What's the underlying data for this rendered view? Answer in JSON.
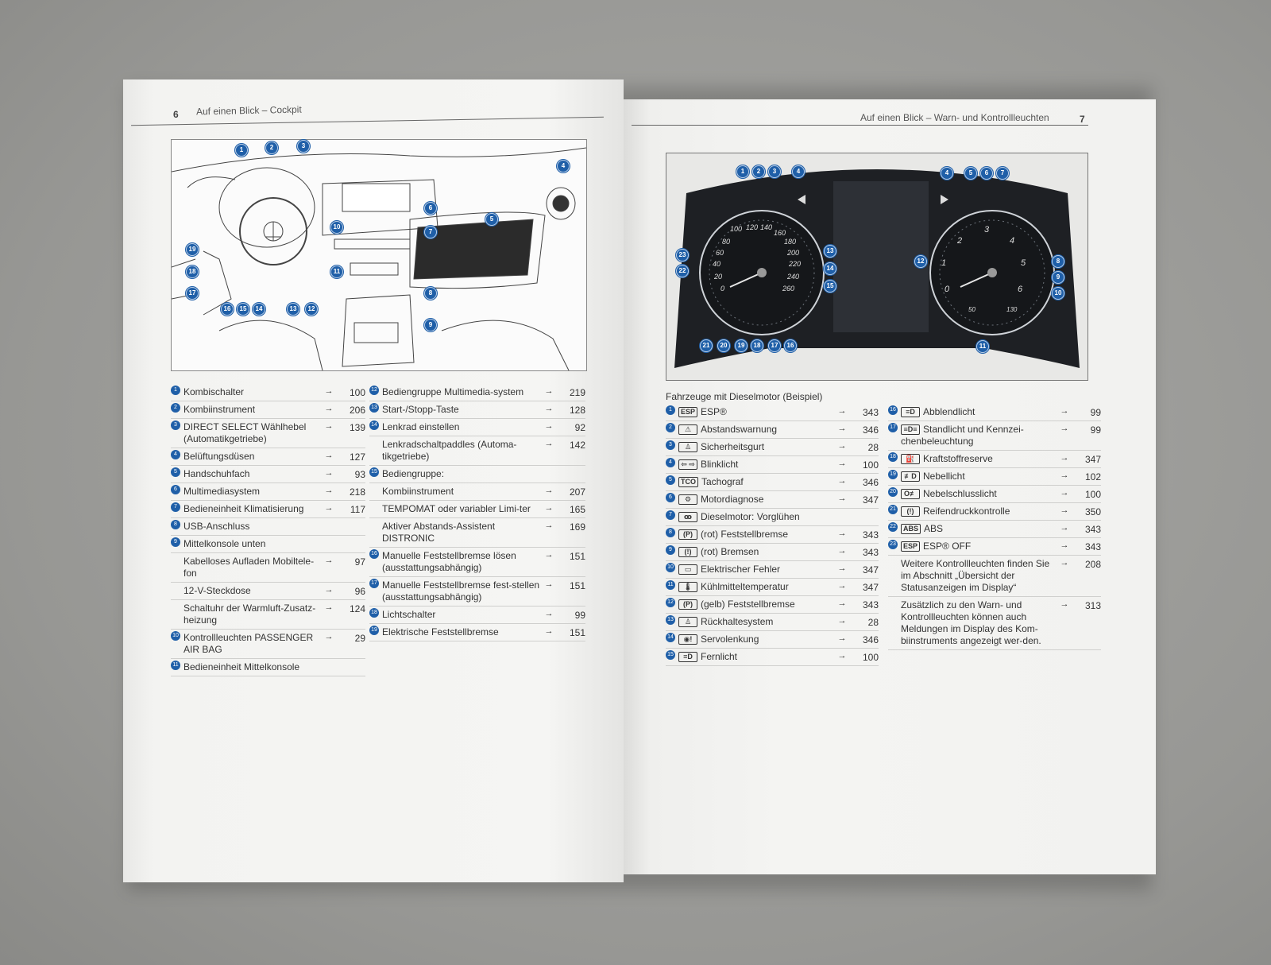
{
  "left_page": {
    "page_number": "6",
    "section_title": "Auf einen Blick – Cockpit",
    "col1": [
      {
        "n": "1",
        "label": "Kombischalter",
        "arrow": "→",
        "page": "100"
      },
      {
        "n": "2",
        "label": "Kombiinstrument",
        "arrow": "→",
        "page": "206"
      },
      {
        "n": "3",
        "label": "DIRECT SELECT Wählhebel (Automatikgetriebe)",
        "arrow": "→",
        "page": "139"
      },
      {
        "n": "4",
        "label": "Belüftungsdüsen",
        "arrow": "→",
        "page": "127"
      },
      {
        "n": "5",
        "label": "Handschuhfach",
        "arrow": "→",
        "page": "93"
      },
      {
        "n": "6",
        "label": "Multimediasystem",
        "arrow": "→",
        "page": "218"
      },
      {
        "n": "7",
        "label": "Bedieneinheit Klimatisierung",
        "arrow": "→",
        "page": "117"
      },
      {
        "n": "8",
        "label": "USB-Anschluss",
        "arrow": "",
        "page": ""
      },
      {
        "n": "9",
        "label": "Mittelkonsole unten",
        "arrow": "",
        "page": ""
      },
      {
        "n": "",
        "label": "Kabelloses Aufladen Mobiltele-fon",
        "arrow": "→",
        "page": "97"
      },
      {
        "n": "",
        "label": "12-V-Steckdose",
        "arrow": "→",
        "page": "96"
      },
      {
        "n": "",
        "label": "Schaltuhr der Warmluft-Zusatz-heizung",
        "arrow": "→",
        "page": "124"
      },
      {
        "n": "10",
        "label": "Kontrollleuchten PASSENGER AIR BAG",
        "arrow": "→",
        "page": "29"
      },
      {
        "n": "11",
        "label": "Bedieneinheit Mittelkonsole",
        "arrow": "",
        "page": ""
      }
    ],
    "col2": [
      {
        "n": "12",
        "label": "Bediengruppe Multimedia-system",
        "arrow": "→",
        "page": "219"
      },
      {
        "n": "13",
        "label": "Start-/Stopp-Taste",
        "arrow": "→",
        "page": "128"
      },
      {
        "n": "14",
        "label": "Lenkrad einstellen",
        "arrow": "→",
        "page": "92"
      },
      {
        "n": "",
        "label": "Lenkradschaltpaddles (Automa-tikgetriebe)",
        "arrow": "→",
        "page": "142"
      },
      {
        "n": "15",
        "label": "Bediengruppe:",
        "arrow": "",
        "page": ""
      },
      {
        "n": "",
        "label": "Kombiinstrument",
        "arrow": "→",
        "page": "207"
      },
      {
        "n": "",
        "label": "TEMPOMAT oder variabler Limi-ter",
        "arrow": "→",
        "page": "165"
      },
      {
        "n": "",
        "label": "Aktiver Abstands-Assistent DISTRONIC",
        "arrow": "→",
        "page": "169"
      },
      {
        "n": "16",
        "label": "Manuelle Feststellbremse lösen (ausstattungsabhängig)",
        "arrow": "→",
        "page": "151"
      },
      {
        "n": "17",
        "label": "Manuelle Feststellbremse fest-stellen (ausstattungsabhängig)",
        "arrow": "→",
        "page": "151"
      },
      {
        "n": "18",
        "label": "Lichtschalter",
        "arrow": "→",
        "page": "99"
      },
      {
        "n": "19",
        "label": "Elektrische Feststellbremse",
        "arrow": "→",
        "page": "151"
      }
    ],
    "callouts": [
      "1",
      "2",
      "3",
      "4",
      "5",
      "6",
      "7",
      "8",
      "9",
      "10",
      "11",
      "12",
      "13",
      "14",
      "15",
      "16",
      "17",
      "18",
      "19"
    ]
  },
  "right_page": {
    "page_number": "7",
    "section_title": "Auf einen Blick – Warn- und Kontrollleuchten",
    "caption": "Fahrzeuge mit Dieselmotor (Beispiel)",
    "col1": [
      {
        "n": "1",
        "sym": "ESP",
        "label": "ESP®",
        "arrow": "→",
        "page": "343"
      },
      {
        "n": "2",
        "sym": "⚠",
        "label": "Abstandswarnung",
        "arrow": "→",
        "page": "346"
      },
      {
        "n": "3",
        "sym": "♙",
        "label": "Sicherheitsgurt",
        "arrow": "→",
        "page": "28"
      },
      {
        "n": "4",
        "sym": "⇦ ⇨",
        "label": "Blinklicht",
        "arrow": "→",
        "page": "100"
      },
      {
        "n": "5",
        "sym": "TCO",
        "label": "Tachograf",
        "arrow": "→",
        "page": "346"
      },
      {
        "n": "6",
        "sym": "⚙",
        "label": "Motordiagnose",
        "arrow": "→",
        "page": "347"
      },
      {
        "n": "7",
        "sym": "ꝏ",
        "label": "Dieselmotor: Vorglühen",
        "arrow": "",
        "page": ""
      },
      {
        "n": "8",
        "sym": "(P)",
        "label": "(rot) Feststellbremse",
        "arrow": "→",
        "page": "343"
      },
      {
        "n": "9",
        "sym": "(!)",
        "label": "(rot) Bremsen",
        "arrow": "→",
        "page": "343"
      },
      {
        "n": "10",
        "sym": "▭",
        "label": "Elektrischer Fehler",
        "arrow": "→",
        "page": "347"
      },
      {
        "n": "11",
        "sym": "🌡",
        "label": "Kühlmitteltemperatur",
        "arrow": "→",
        "page": "347"
      },
      {
        "n": "12",
        "sym": "(P)",
        "label": "(gelb) Feststellbremse",
        "arrow": "→",
        "page": "343"
      },
      {
        "n": "13",
        "sym": "♙",
        "label": "Rückhaltesystem",
        "arrow": "→",
        "page": "28"
      },
      {
        "n": "14",
        "sym": "◉!",
        "label": "Servolenkung",
        "arrow": "→",
        "page": "346"
      },
      {
        "n": "15",
        "sym": "≡D",
        "label": "Fernlicht",
        "arrow": "→",
        "page": "100"
      }
    ],
    "col2": [
      {
        "n": "16",
        "sym": "≡D",
        "label": "Abblendlicht",
        "arrow": "→",
        "page": "99"
      },
      {
        "n": "17",
        "sym": "≡D≡",
        "label": "Standlicht und Kennzei-chenbeleuchtung",
        "arrow": "→",
        "page": "99"
      },
      {
        "n": "18",
        "sym": "⛽",
        "label": "Kraftstoffreserve",
        "arrow": "→",
        "page": "347"
      },
      {
        "n": "19",
        "sym": "≢D",
        "label": "Nebellicht",
        "arrow": "→",
        "page": "102"
      },
      {
        "n": "20",
        "sym": "O≢",
        "label": "Nebelschlusslicht",
        "arrow": "→",
        "page": "100"
      },
      {
        "n": "21",
        "sym": "(!)",
        "label": "Reifendruckkontrolle",
        "arrow": "→",
        "page": "350"
      },
      {
        "n": "22",
        "sym": "ABS",
        "label": "ABS",
        "arrow": "→",
        "page": "343"
      },
      {
        "n": "23",
        "sym": "ESP",
        "label": "ESP® OFF",
        "arrow": "→",
        "page": "343"
      }
    ],
    "note1": {
      "text": "Weitere Kontrollleuchten finden Sie im Abschnitt „Übersicht der Statusanzeigen im Display“",
      "arrow": "→",
      "page": "208"
    },
    "note2": {
      "text": "Zusätzlich zu den Warn- und Kontrollleuchten können auch Meldungen im Display des Kom-biinstruments angezeigt wer-den.",
      "arrow": "→",
      "page": "313"
    },
    "speedo_ticks": [
      "100",
      "120",
      "140",
      "160",
      "180",
      "200",
      "220",
      "240",
      "260",
      "80",
      "60",
      "40",
      "20",
      "0"
    ],
    "tacho_ticks": [
      "2",
      "3",
      "4",
      "5",
      "6",
      "1",
      "0"
    ],
    "gauge_small": [
      "50",
      "130"
    ],
    "cluster_callouts": [
      "1",
      "2",
      "3",
      "4",
      "4",
      "5",
      "6",
      "7",
      "12",
      "8",
      "9",
      "10",
      "13",
      "14",
      "15",
      "23",
      "22",
      "21",
      "20",
      "19",
      "18",
      "17",
      "16",
      "11"
    ]
  }
}
